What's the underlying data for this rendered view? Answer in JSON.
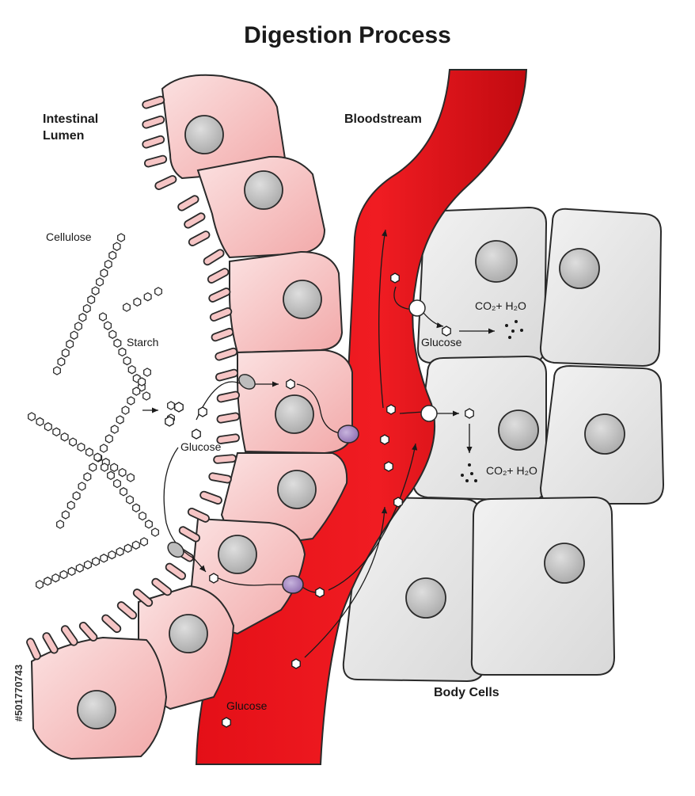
{
  "title": "Digestion Process",
  "labels": {
    "intestinal_lumen": [
      "Intestinal",
      "Lumen"
    ],
    "bloodstream": "Bloodstream",
    "body_cells": "Body Cells",
    "cellulose": "Cellulose",
    "starch": "Starch",
    "glucose": "Glucose",
    "co2_h2o": "CO₂+ H₂O"
  },
  "stock_id": "#501770743",
  "colors": {
    "epithelial_cell": "#f4b7b7",
    "blood": "#e8141c",
    "body_cell": "#e3e3e3",
    "nucleus": "#b9b9b9",
    "transporter": "#a58ac4"
  }
}
